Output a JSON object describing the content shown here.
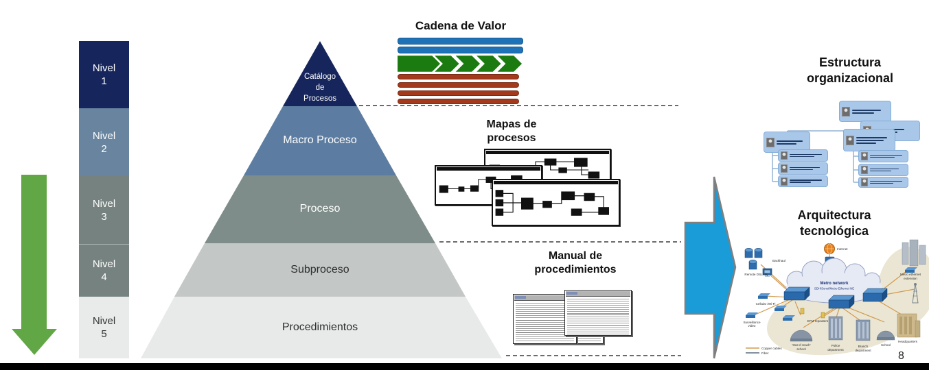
{
  "slide": {
    "page_number": "8"
  },
  "colors": {
    "level1_navy": "#16265c",
    "level2_blue": "#68849f",
    "level34_sage": "#75827f",
    "level5_light": "#e9ebeb",
    "pyramid_band2": "#5c7da1",
    "pyramid_band3": "#7e8d89",
    "pyramid_band4": "#c3c7c6",
    "pyramid_band5": "#e8eaea",
    "green_arrow": "#61a745",
    "blue_arrow": "#199cd8",
    "value_chain_blue": "#1e73b8",
    "value_chain_green": "#1b7b10",
    "value_chain_red": "#a23a1b",
    "org_node_blue": "#a9c7e8"
  },
  "levels": {
    "items": [
      {
        "word": "Nivel",
        "num": "1"
      },
      {
        "word": "Nivel",
        "num": "2"
      },
      {
        "word": "Nivel",
        "num": "3"
      },
      {
        "word": "Nivel",
        "num": "4"
      },
      {
        "word": "Nivel",
        "num": "5"
      }
    ]
  },
  "pyramid": {
    "layer1_lines": [
      "Catálogo",
      "de",
      "Procesos"
    ],
    "layer2": "Macro Proceso",
    "layer3": "Proceso",
    "layer4": "Subproceso",
    "layer5": "Procedimientos"
  },
  "annotations": {
    "value_chain_title": "Cadena de Valor",
    "process_maps_line1": "Mapas de",
    "process_maps_line2": "procesos",
    "manual_line1": "Manual de",
    "manual_line2": "procedimientos",
    "org_structure_line1": "Estructura",
    "org_structure_line2": "organizacional",
    "tech_architecture_line1": "Arquitectura",
    "tech_architecture_line2": "tecnológica"
  },
  "network": {
    "internet": "Internet",
    "backhaul": "Backhaul",
    "remote_dslam": "Remote DSLAM",
    "cellular": "Cellular /Wi-Fi",
    "surveillance_1": "Surveillance",
    "surveillance_2": "video",
    "cloud_line1": "Metro network",
    "cloud_line2": "SDH/Sonet/Metro Ethernet NE",
    "efm": "EFM repeaters",
    "far_school_1": "'Out of reach'",
    "far_school_2": "school",
    "police_1": "Police",
    "police_2": "department",
    "branch_1": "Branch",
    "branch_2": "department",
    "school": "School",
    "headquarters": "Headquarters",
    "metro_ext_1": "Metro ethernet",
    "metro_ext_2": "extension",
    "legend_copper": "Copper cables",
    "legend_fiber": "Fiber"
  }
}
